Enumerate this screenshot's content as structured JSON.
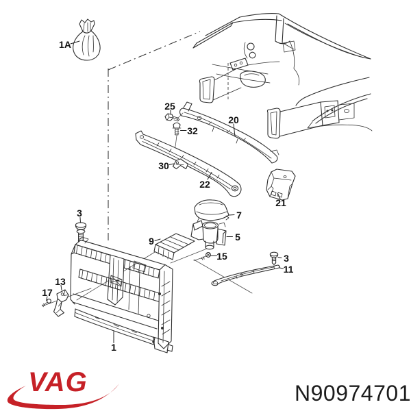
{
  "figure": {
    "background_color": "#ffffff",
    "line_color": "#2e2e2e"
  },
  "callouts": [
    {
      "ref": "1A"
    },
    {
      "ref": "25"
    },
    {
      "ref": "32"
    },
    {
      "ref": "20"
    },
    {
      "ref": "30"
    },
    {
      "ref": "22"
    },
    {
      "ref": "21"
    },
    {
      "ref": "3"
    },
    {
      "ref": "7"
    },
    {
      "ref": "5"
    },
    {
      "ref": "9"
    },
    {
      "ref": "15"
    },
    {
      "ref": "3"
    },
    {
      "ref": "11"
    },
    {
      "ref": "13"
    },
    {
      "ref": "17"
    },
    {
      "ref": "1"
    }
  ],
  "branding": {
    "logo_text": "VAG",
    "logo_color": "#c62127"
  },
  "part_number": {
    "text": "N90974701",
    "color": "#1c1c1c"
  }
}
